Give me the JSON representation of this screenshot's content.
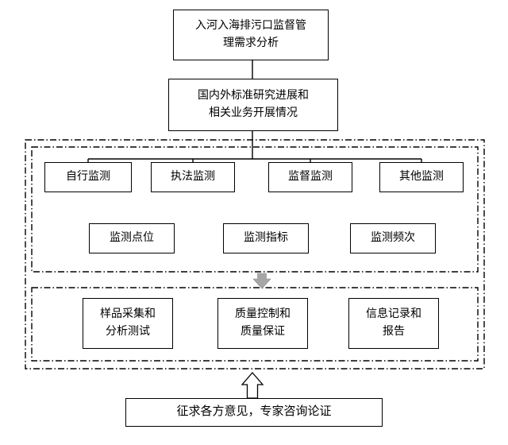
{
  "diagram": {
    "top_box": "入河入海排污口监督管\n理需求分析",
    "standards_box": "国内外标准研究进展和\n相关业务开展情况",
    "monitor_types": [
      "自行监测",
      "执法监测",
      "监督监测",
      "其他监测"
    ],
    "monitor_elements": [
      "监测点位",
      "监测指标",
      "监测频次"
    ],
    "quality_steps": [
      "样品采集和\n分析测试",
      "质量控制和\n质量保证",
      "信息记录和\n报告"
    ],
    "bottom_box": "征求各方意见，专家咨询论证",
    "icons": {
      "down_arrow": "gray-block-down-arrow",
      "up_arrow": "hollow-block-up-arrow"
    },
    "colors": {
      "border": "#000000",
      "gray_arrow": "#a6a6a6",
      "background": "#ffffff"
    }
  }
}
